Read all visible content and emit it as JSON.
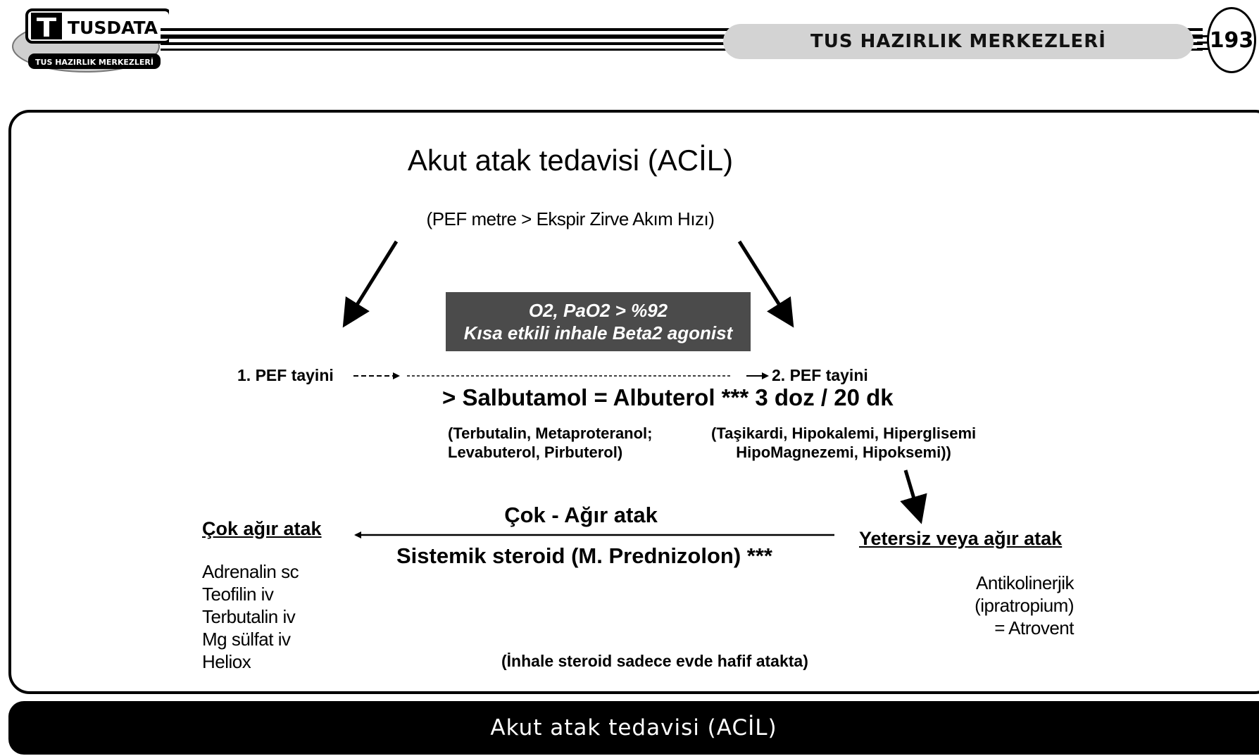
{
  "header": {
    "logo_text": "TUSDATA",
    "logo_subtext": "TUS HAZIRLIK MERKEZLERİ",
    "title": "TUS HAZIRLIK MERKEZLERİ",
    "page_number": "193"
  },
  "slide": {
    "title": "Akut atak tedavisi (ACİL)",
    "subtitle": "(PEF metre > Ekspir Zirve Akım Hızı)",
    "box": {
      "line1": "O2, PaO2 > %92",
      "line2": "Kısa etkili inhale Beta2 agonist"
    },
    "pef1": "1. PEF tayini",
    "pef2": "2. PEF tayini",
    "salbutamol": "> Salbutamol = Albuterol *** 3 doz / 20 dk",
    "alternatives": {
      "line1": "(Terbutalin, Metaproteranol;",
      "line2": "Levabuterol, Pirbuterol)"
    },
    "side_effects": {
      "line1": "(Taşikardi, Hipokalemi, Hiperglisemi",
      "line2": "HipoMagnezemi, Hipoksemi))"
    },
    "very_severe_heading": "Çok ağır atak",
    "middle_label": "Çok - Ağır atak",
    "systemic_steroid": "Sistemik steroid (M. Prednizolon) ***",
    "insufficient_heading": "Yetersiz veya ağır atak",
    "very_severe_drugs": [
      "Adrenalin sc",
      "Teofilin iv",
      "Terbutalin iv",
      "Mg sülfat iv",
      "Heliox"
    ],
    "anticholinergic": {
      "line1": "Antikolinerjik",
      "line2": "(ipratropium)",
      "line3": "= Atrovent"
    },
    "inhale_note": "(İnhale steroid sadece evde hafif atakta)"
  },
  "footer": {
    "title": "Akut atak tedavisi (ACİL)"
  }
}
